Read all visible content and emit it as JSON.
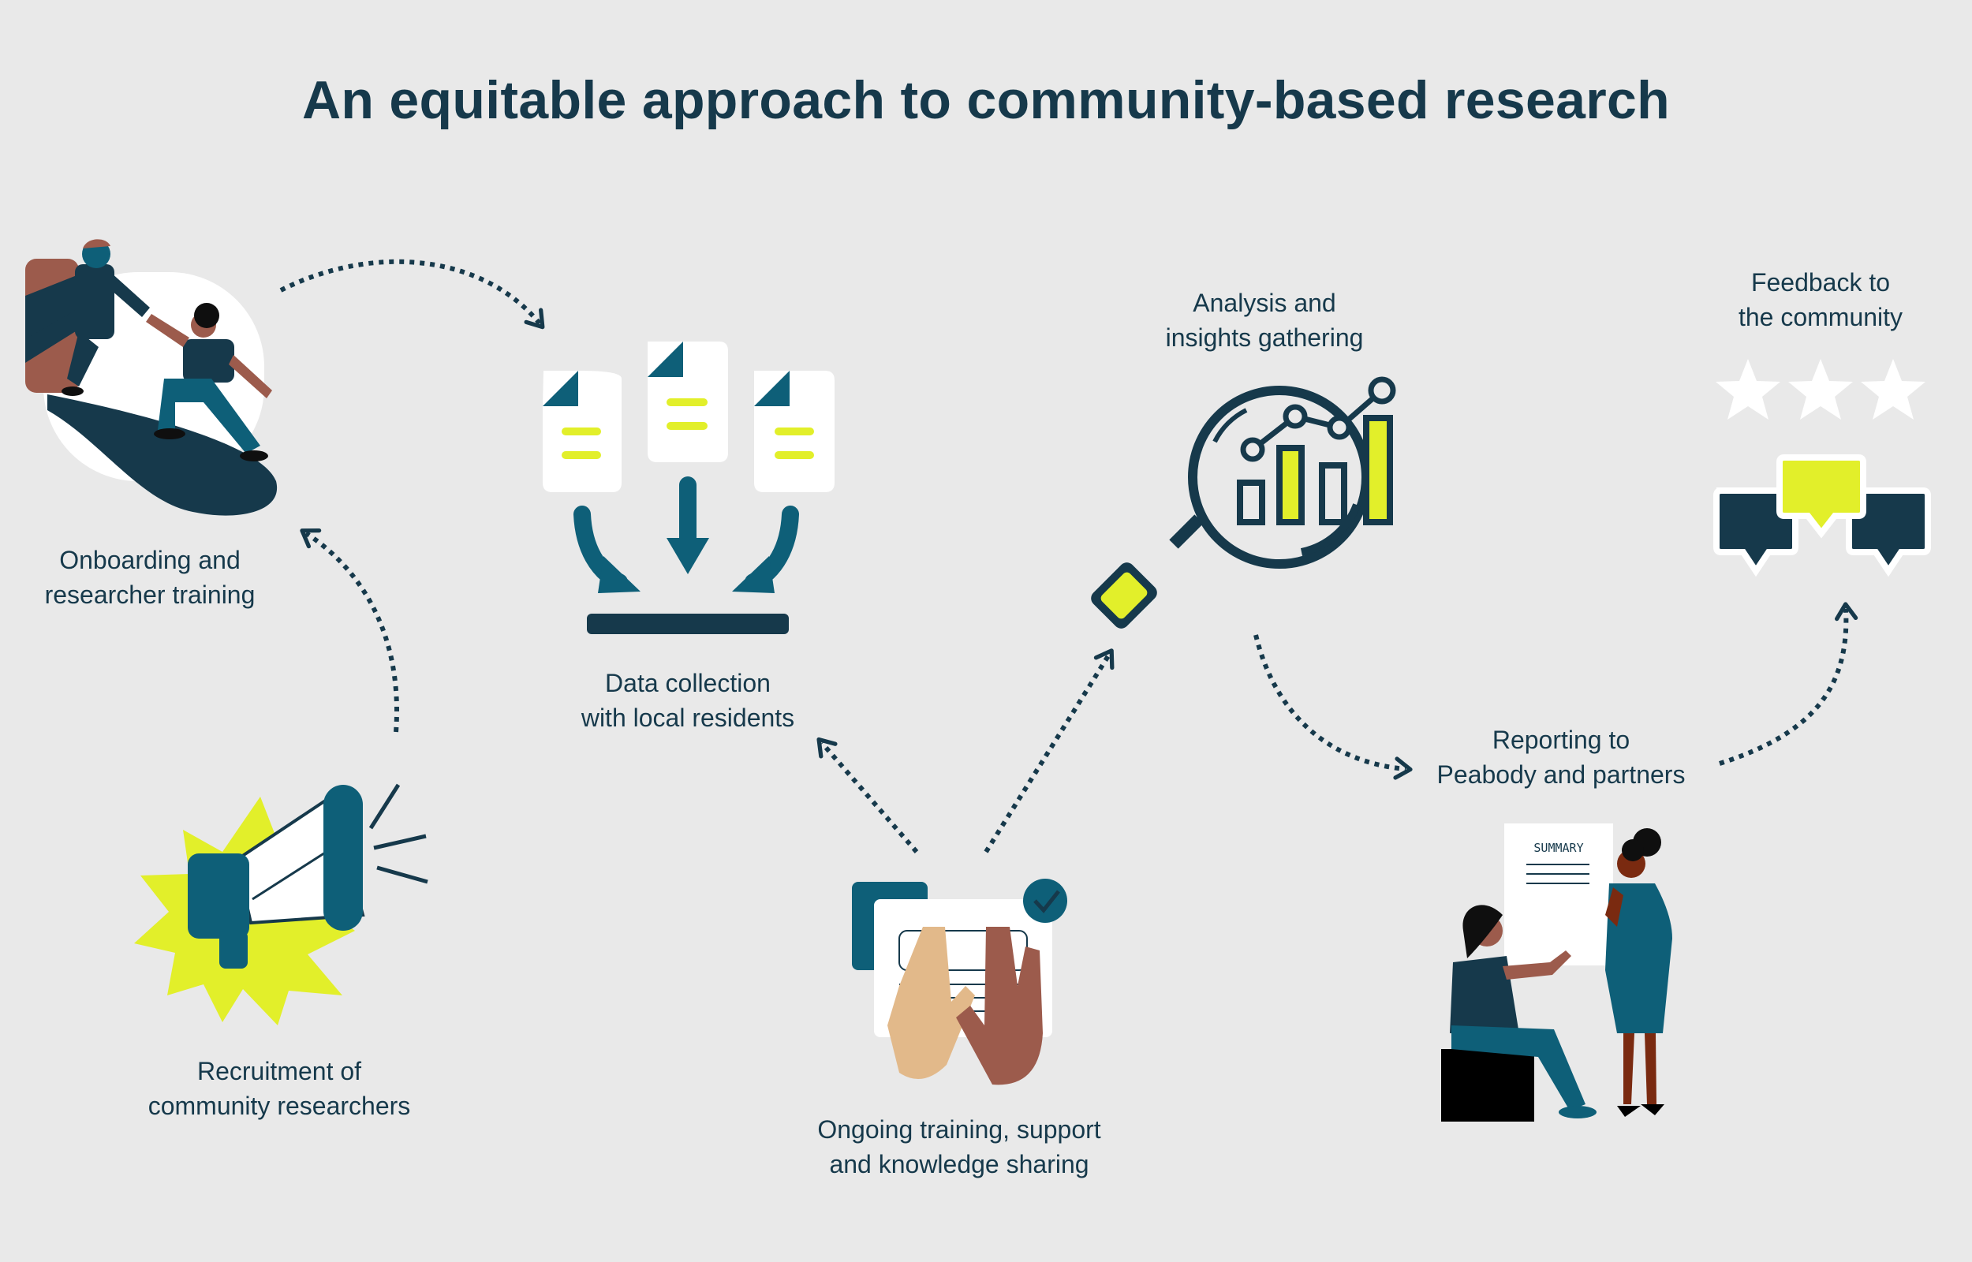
{
  "title": "An equitable approach to community-based research",
  "steps": {
    "recruitment": {
      "line1": "Recruitment of",
      "line2": "community researchers"
    },
    "onboarding": {
      "line1": "Onboarding and",
      "line2": "researcher training"
    },
    "data_collection": {
      "line1": "Data collection",
      "line2": "with local residents"
    },
    "ongoing": {
      "line1": "Ongoing training, support",
      "line2": "and knowledge sharing"
    },
    "analysis": {
      "line1": "Analysis and",
      "line2": "insights gathering"
    },
    "reporting": {
      "line1": "Reporting to",
      "line2": "Peabody and partners"
    },
    "feedback": {
      "line1": "Feedback to",
      "line2": "the community"
    }
  },
  "summary_doc_label": "SUMMARY",
  "colors": {
    "navy": "#16394b",
    "teal": "#0e5f78",
    "lime": "#e2ef2a",
    "brown": "#9c5b4c",
    "background": "#e9e9e9"
  },
  "icons": [
    "megaphone-icon",
    "handshake-climb-icon",
    "documents-download-icon",
    "high-five-icon",
    "magnifier-chart-icon",
    "meeting-people-icon",
    "rating-stars-chat-icon"
  ]
}
